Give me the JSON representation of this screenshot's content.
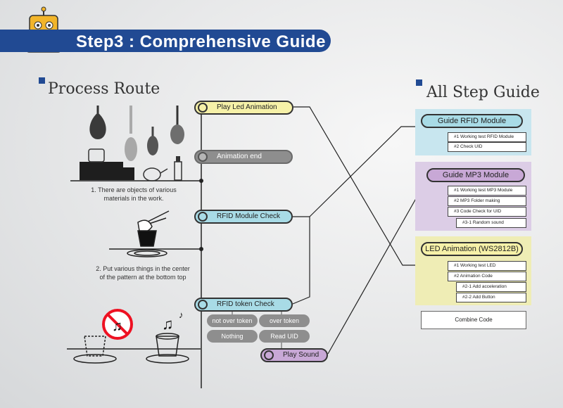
{
  "header": {
    "title": "Step3 : Comprehensive Guide"
  },
  "process_route": {
    "title": "Process Route",
    "steps": {
      "play_led": "Play Led Animation",
      "animation_end": "Animation end",
      "rfid_check": "RFID Module Check",
      "rfid_token": "RFID token Check",
      "play_sound": "Play Sound"
    },
    "branches": {
      "not_over_token": "not over token",
      "nothing": "Nothing",
      "over_token": "over token",
      "read_uid": "Read UID"
    },
    "captions": {
      "c1_line1": "1. There are objects of various",
      "c1_line2": "materials in the work.",
      "c2_line1": "2. Put various things in the center",
      "c2_line2": "of the pattern at the bottom top"
    }
  },
  "all_step_guide": {
    "title": "All Step Guide",
    "rfid": {
      "heading": "Guide RFID Module",
      "items": [
        "#1 Working test RFID Module",
        "#2 Check UID"
      ]
    },
    "mp3": {
      "heading": "Guide MP3 Module",
      "items": [
        "#1 Working test MP3 Module",
        "#2 MP3 Folder making",
        "#3 Code Check for UID",
        "#3-1 Random sound"
      ]
    },
    "led": {
      "heading": "LED Animation (WS2812B)",
      "items": [
        "#1 Working test LED",
        "#2 Animation Code",
        "#2-1 Add acceleration",
        "#2-2 Add Button"
      ]
    },
    "combine": "Combine Code"
  },
  "colors": {
    "banner": "#214a93",
    "yellow": "#f6f1a8",
    "cyan": "#a8dbe6",
    "purple": "#c8a8d6",
    "gray": "#8e8e8e"
  }
}
